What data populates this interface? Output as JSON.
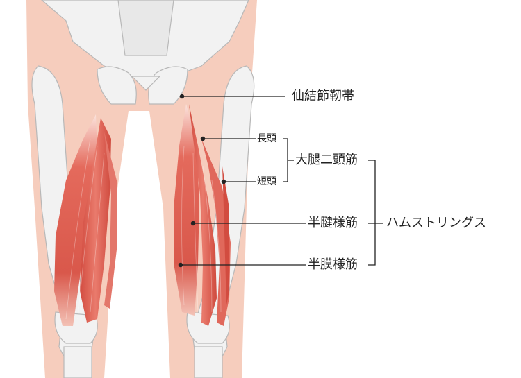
{
  "labels": {
    "sacrotuberous": "仙結節靭帯",
    "long_head": "長頭",
    "short_head": "短頭",
    "biceps_femoris": "大腿二頭筋",
    "semitendinosus": "半腱様筋",
    "semimembranosus": "半膜様筋",
    "hamstrings": "ハムストリングス"
  },
  "colors": {
    "skin": "#f6cdbd",
    "bone": "#f2f2f2",
    "bone_stroke": "#b8b8b8",
    "muscle_dark": "#d85a4e",
    "muscle_light": "#f0a196",
    "line": "#222222"
  }
}
